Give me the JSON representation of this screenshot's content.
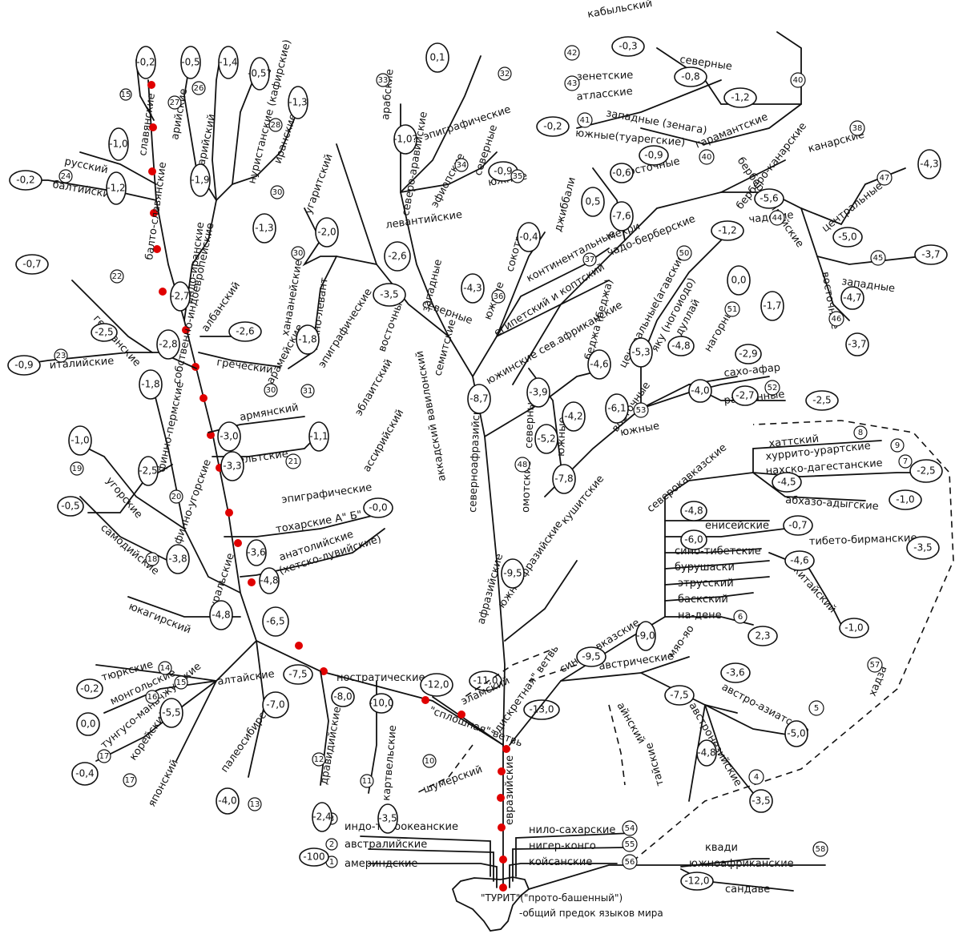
{
  "root": {
    "name": "\"ТУРИТ\"(\"прото-башенный\")",
    "caption": "-общий предок языков мира"
  },
  "trunk": {
    "eurasian": "евразийские",
    "continuous": "\"сплошная\" ветвь",
    "discrete": "\"дискретная\" ветвь",
    "nostratic": "ностратические",
    "nostratic_value": "-7,5",
    "eurasian_value": "-12,0",
    "afrasian_value": "-11,0",
    "discrete_value": "-13,0"
  },
  "base": [
    {
      "num": "3",
      "label": "индо-тихоокеанские"
    },
    {
      "num": "2",
      "label": "австралийские"
    },
    {
      "num": "1",
      "label": "америндские",
      "value": "-100"
    },
    {
      "num": "54",
      "label": "нило-сахарские"
    },
    {
      "num": "55",
      "label": "нигер-конго"
    },
    {
      "num": "56",
      "label": "койсанские"
    },
    {
      "num": "58",
      "label": "квади"
    },
    {
      "num": "",
      "label": "южноафриканские"
    },
    {
      "num": "",
      "label": "сандаве",
      "value": "-12,0"
    }
  ],
  "indo_european": {
    "stem": "собственно-индоевропейские",
    "baltoslavic": "балто-славянские",
    "slavic": "славянские",
    "slavic_value": "-0,2",
    "slavic_num": "15",
    "russian": "русский",
    "russian_value": "-1,0",
    "baltic": "балтийские",
    "baltic_value": "-0,2",
    "baltic_num": "24",
    "baltoslavic_value": "-1,2",
    "germanic": "германские",
    "germanic_value": "-0,7",
    "germanic_num": "22",
    "italic": "италийские",
    "italic_value": "-0,9",
    "italic_num": "23",
    "italic_node": "-2,5",
    "ie_node": "-2,8",
    "indoiranian": "индо-иранские",
    "indoiranian_value": "-2,7",
    "aryan": "арийские",
    "aryan_num": "27",
    "indoaryan": "индоарийский",
    "indoaryan_value": "-0,5",
    "indoaryan_num": "26",
    "nuristani": "нуристанские (кафирские)",
    "nuristani_value": "-0,5?",
    "iranian": "иранские",
    "iranian_value": "-1,3",
    "iranian_num": "28",
    "iranian_sub_value": "-1,4",
    "ir_node": "-1,9",
    "albanian": "албанский",
    "greek": "греческий",
    "greek_value": "-2,6",
    "armenian": "армянский",
    "armenian_value": "-3,0",
    "celtic": "кельтские",
    "celtic_value": "-3,3",
    "celtic_num": "21",
    "celtic_leaf": "-1,1",
    "tocharian": "тохарские А\" Б\"",
    "tocharian_value": "-3,6",
    "anatolian": "анатолийские",
    "anatolian_value": "-4,8",
    "hittite": "(хетско-лувийские)",
    "hittite_value": "-0,0",
    "epigraphic": "эпиграфические",
    "ie_root_value": "-6,5"
  },
  "uralic": {
    "stem": "уральские",
    "finnougric": "финно-угорские",
    "finnopermic": "финно-пермские",
    "fp_num": "20",
    "fp_value": "-1,8",
    "ugric": "угорские",
    "ugric_num": "19",
    "ugric_value": "-1,0",
    "fu_node": "-2,5",
    "samoyed": "самодийские",
    "samoyed_num": "18",
    "samoyed_value": "-0,5",
    "ur_node": "-3,8",
    "yukagir": "юкагирский",
    "ural_root": "-4,8"
  },
  "altaic": {
    "stem": "алтайские",
    "turkic": "тюркские",
    "turkic_num": "14",
    "turkic_value": "-0,2",
    "mongolic": "монгольские",
    "mongolic_num": "15",
    "mongolic_value": "0,0",
    "tungus": "тунгусо-маньчжурские",
    "tungus_num": "16",
    "tungus_value": "-0,4",
    "korean": "корейский",
    "korean_num": "17",
    "korean_value": "-5,5",
    "japanese": "японский",
    "japanese_num": "17",
    "paleosiberian": "палеосибирские",
    "paleosiberian_num": "13",
    "paleosiberian_value": "-4,0",
    "chukchi_value": "-7,0",
    "dravidian": "дравидийские",
    "dravidian_num": "12",
    "dravidian_value": "-2,4",
    "dravidian_node": "-8,0",
    "kartvelian": "картвельские",
    "kartvelian_num": "11",
    "kartvelian_value": "-3,5",
    "kartvelian_node": "-10,0"
  },
  "afrasian": {
    "stem": "афразийские",
    "semitic": "семитские",
    "semitic_value": "-3,5",
    "levantine": "левантийские",
    "ugaritic": "угаритский",
    "ugaritic_value": "-2,0",
    "canaanite": "ханаанейские",
    "canaanite_value": "-1,3",
    "south_levantine": "южно-левант",
    "sl_value": "-1,8",
    "aramaic": "арамейские",
    "aramaic_num": "30",
    "epigraphic": "эпиграфические",
    "epigraphic_num": "31",
    "eblaite": "эблаитский",
    "assyrian": "ассирийский",
    "akkadian": "аккадский вавилонский",
    "eastern": "восточные",
    "western": "западные",
    "west_value": "-2,6",
    "north": "северные",
    "north_arab": "северо-аравийские",
    "arabic": "арабские",
    "arabic_num": "33",
    "arabic_value": "-1,0?",
    "epigraphic2": "эпиграфические",
    "epigraphic2_num": "32",
    "epigraphic2_value": "0,1",
    "ethiopic": "эфиопские",
    "ethiopic_north": "северные",
    "ethiopic_num": "34",
    "ethiopic_south": "южные",
    "ethiopic_south_num": "35",
    "ethiopic_value": "-0,9",
    "south": "южные",
    "south_value": "-4,3",
    "socotri": "сокотри",
    "socotri_num": "36",
    "cont": "континентальные",
    "cont_value": "-0,4",
    "egyptian": "египетский и коптский",
    "egyptian_num": "37",
    "north_afr": "южинские сев.африканские",
    "sem_node": "-8,7",
    "mehri": "мехри",
    "jibbali": "джиббали",
    "jib_value": "0,5",
    "chadic": "чадо-берберские",
    "chadic_value": "-7,6",
    "berber": "берберо-ливийские",
    "berber_num": "40",
    "berber_value": "-1,2",
    "garamant": "гарамантские",
    "northern": "северные",
    "northern_value": "-0,8",
    "kabyle": "кабыльский",
    "kabyle_value": "-0,3",
    "zenetic": "зенетские",
    "zenetic_num": "42",
    "atlas": "атласские",
    "atlas_num": "43",
    "western_b": "западные (зенага)",
    "southern_b": "южные(туарегские)",
    "southern_num": "41",
    "southern_value": "-0,2",
    "eastern_b": "восточные",
    "eastern_b_value": "-0,9",
    "eastern_num": "40",
    "berb_node": "-0,6",
    "canarian": "канарские",
    "canarian_num": "38",
    "bercan": "берберо-канарские",
    "bercan_value": "-5,6",
    "chad": "чадские",
    "chad_num": "44",
    "central": "центральные",
    "central_num": "47",
    "central_value": "-4,3",
    "chad_node": "-5,0",
    "western_c": "западные",
    "western_c_num": "45",
    "western_c_value": "-3,7",
    "eastern_c": "восточные",
    "eastern_c_num": "46",
    "eastern_c_value": "-4,7",
    "ec_value": "-3,7",
    "beja": "беджа (беджа)",
    "cushitic": "кушитские",
    "central_k": "центральные(агавские)",
    "central_k_value": "-4,6",
    "central_k2": "-1,2",
    "yaku": "яку (ногоиодо)",
    "yaku_value": "-5,3",
    "dullay": "дуллай",
    "dullay_value": "0,0",
    "dullay_num": "50",
    "highland": "нагорные",
    "highland_num": "51",
    "highland_value": "-1,7",
    "highland_node": "-4,8",
    "highland_2": "-2,9",
    "saho": "сахо-афар",
    "lowland": "равнинные",
    "lowland_num": "52",
    "lowland_value": "-2,5",
    "lowland_node": "-2,7",
    "kush_node": "-4,0",
    "east_k": "восточные",
    "east_k_value": "-6,1",
    "south_k": "южные",
    "south_k_num": "53",
    "omotic": "омотские",
    "omotic_num": "48",
    "omotic_north": "северные",
    "omotic_south": "южные",
    "omotic_value": "-3,9",
    "omotic_node": "-5,2",
    "omotic_s_value": "-4,2",
    "omotic_root": "-7,8",
    "sev_af": "северноафразийские",
    "south_af": "южноафразийские",
    "af_value": "-9,5",
    "elamite": "эламский"
  },
  "dene": {
    "stem": "сино-кавказские",
    "sino_value": "-9,5",
    "austric": "австрические",
    "miao": "мяо-яо",
    "miao_value": "-3,6",
    "austroasiatic": "австро-азиатские",
    "austroasiatic_num": "5",
    "austroasiatic_value": "-7,5",
    "aa_value": "-5,0",
    "austronesian": "австронезийские",
    "austronesian_num": "4",
    "austronesian_value": "-3,5",
    "an_node": "-4,8",
    "tai": "тайские",
    "ainu": "айнский",
    "sumerian": "шумерский",
    "sumerian_num": "10",
    "hattic": "хаттский",
    "hattic_num": "8",
    "hurrian": "хуррито-урартские",
    "hurrian_num": "9",
    "nakh": "нахско-дагестанские",
    "nakh_num": "7",
    "nakh_value": "-2,5",
    "abkhaz": "абхазо-адыгские",
    "abkhaz_value": "-1,0",
    "nc_node": "-4,5",
    "north_cauc": "северокавказские",
    "nc_value": "-4,8",
    "yeniseian": "енисейские",
    "yeniseian_value": "-0,7",
    "sinotibetan": "сино-тибетские",
    "st_value": "-6,0",
    "tibetoburman": "тибето-бирманские",
    "tb_value": "-3,5",
    "chinese": "китайский",
    "chinese_value": "-1,0",
    "cn_node": "-4,6",
    "burushaski": "бурушаски",
    "etruscan": "этрусский",
    "basque": "баскский",
    "nadene": "на-дене",
    "nadene_num": "6",
    "nadene_value": "2,3",
    "sc_node": "-9,0",
    "khoisan_label": "хадза",
    "khoisan_num": "57"
  },
  "colors": {
    "marker": "#e00000",
    "ink": "#111111"
  }
}
